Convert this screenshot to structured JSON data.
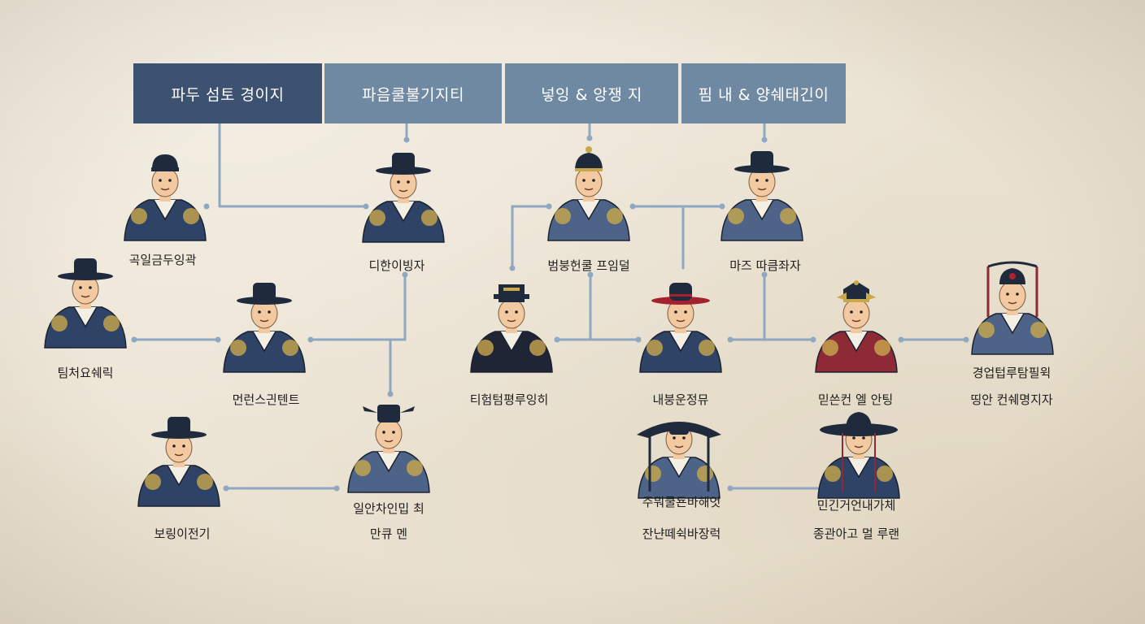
{
  "headers": [
    {
      "label": "파두 섬토 경이지",
      "tone": "dark"
    },
    {
      "label": "파음쿨불기지티",
      "tone": "light"
    },
    {
      "label": "넣잉 & 앙쟁 지",
      "tone": "light"
    },
    {
      "label": "핌 내 & 양쉐태긴이",
      "tone": "light"
    }
  ],
  "figures": [
    {
      "label": "곡일금두잉곽",
      "hat": "black-cap",
      "robe": "#2f4366"
    },
    {
      "label": "디한이빙자",
      "hat": "gat",
      "robe": "#2f4366"
    },
    {
      "label": "범붕헌쿨 프임덜",
      "hat": "helmet",
      "robe": "#4d6488"
    },
    {
      "label": "마즈 따큼좌자",
      "hat": "gat",
      "robe": "#4d6488"
    },
    {
      "label": "팀처요쉐릭",
      "hat": "gat",
      "robe": "#2f4366"
    },
    {
      "label": "먼런스긘텐트",
      "hat": "gat",
      "robe": "#2f4366"
    },
    {
      "label": "티험텀평루잉히",
      "hat": "official",
      "robe": "#1f2535"
    },
    {
      "label": "내붕운정뮤",
      "hat": "red-brim",
      "robe": "#2f4366"
    },
    {
      "label": "믿쓴컨 엘 안팅",
      "hat": "crown",
      "robe": "#8e2a35"
    },
    {
      "label": "경업텁루탐필윅",
      "sub": "띵안 컨쉐명지자",
      "hat": "beaded",
      "robe": "#4d6488"
    },
    {
      "label": "보링이전기",
      "hat": "gat",
      "robe": "#2f4366"
    },
    {
      "label": "일안차인밉 최",
      "sub": "만큐 멘",
      "hat": "winged",
      "robe": "#4d6488"
    },
    {
      "label": "주뭐쿨됸바해엇",
      "sub": "잔냔떼쉭바장럭",
      "hat": "palanquin",
      "robe": "#4d6488"
    },
    {
      "label": "민긴거언내가체",
      "sub": "종관아고 멀 루랜",
      "hat": "wide-gat",
      "robe": "#2f4366"
    }
  ],
  "colors": {
    "header_dark": "#3d5170",
    "header_light": "#7089a3",
    "connector": "#8fa8c2",
    "gold": "#c9a84c",
    "skin": "#f2c9a0",
    "hat": "#1f2a3d"
  }
}
